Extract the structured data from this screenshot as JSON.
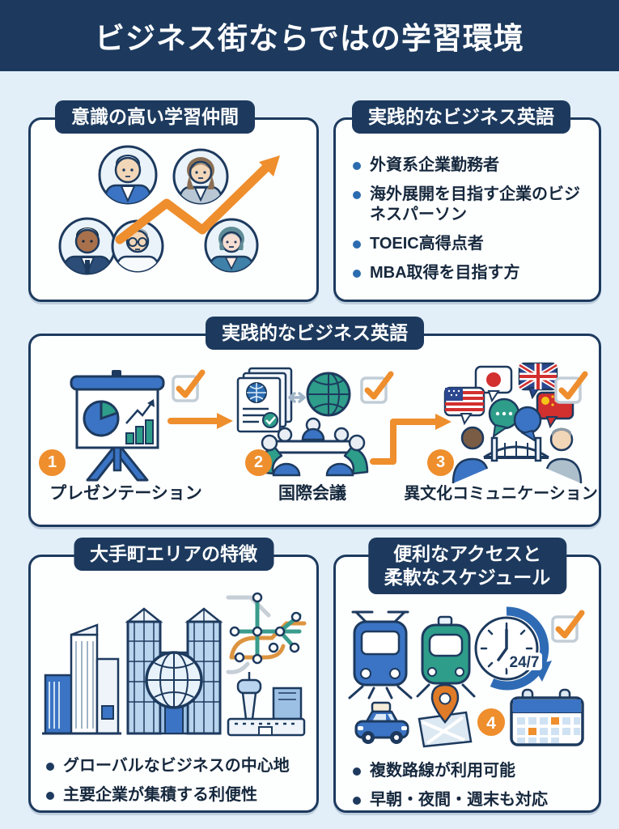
{
  "header": {
    "title": "ビジネス街ならではの学習環境"
  },
  "colors": {
    "navy": "#1d3a5e",
    "orange": "#ee8e2d",
    "teal": "#2e9d8a",
    "blue": "#3b74c4",
    "page_bg": "#e2eff9"
  },
  "icons": [
    "checkbox-check-icon",
    "growth-arrow-icon",
    "avatar-icons",
    "presentation-board-icon",
    "documents-icon",
    "globe-icon",
    "meeting-table-icon",
    "flag-speech-bubbles-icon",
    "bridge-conversation-icon",
    "city-buildings-icon",
    "metro-map-icon",
    "airport-icon",
    "train-icon",
    "clock-24-7-icon",
    "taxi-icon",
    "map-pin-icon",
    "calendar-icon"
  ],
  "cards": {
    "peers": {
      "title": "意識の高い学習仲間"
    },
    "learners": {
      "title": "実践的なビジネス英語",
      "bullets": [
        "外資系企業勤務者",
        "海外展開を目指す企業のビジネスパーソン",
        "TOEIC高得点者",
        "MBA取得を目指す方"
      ]
    },
    "practice": {
      "title": "実践的なビジネス英語",
      "steps": [
        {
          "number": "1",
          "label": "プレゼンテーション"
        },
        {
          "number": "2",
          "label": "国際会議"
        },
        {
          "number": "3",
          "label": "異文化コミュニケーション"
        }
      ]
    },
    "area": {
      "title": "大手町エリアの特徴",
      "bullets": [
        "グローバルなビジネスの中心地",
        "主要企業が集積する利便性"
      ]
    },
    "access": {
      "title_line1": "便利なアクセスと",
      "title_line2": "柔軟なスケジュール",
      "number": "4",
      "clock_label": "24/7",
      "bullets": [
        "複数路線が利用可能",
        "早朝・夜間・週末も対応"
      ]
    }
  }
}
